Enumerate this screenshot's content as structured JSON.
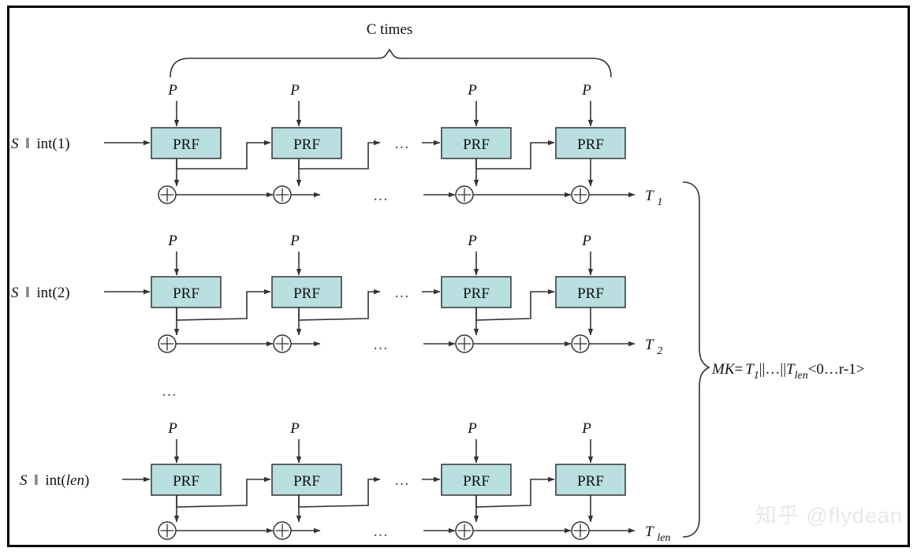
{
  "figure": {
    "title": "PBKDF2 / PRF iteration diagram",
    "border_color": "#000000",
    "background": "#ffffff",
    "prf_fill": "#b9dfe0",
    "prf_stroke": "#333333",
    "line_color": "#333333"
  },
  "annotations": {
    "c_times": "C times",
    "mk_equation": "MK= T₁||…||T_len<0…r-1>",
    "mk_parts": {
      "mk": "MK",
      "equals": "=",
      "t1": "T",
      "t1_sub": "1",
      "sep1": "||",
      "ellipsis": "…",
      "sep2": "||",
      "tlen": "T",
      "tlen_sub": "len",
      "range": "<0…r-1>"
    },
    "row_gap_ellipsis": "…"
  },
  "inputs": [
    {
      "id": "row1",
      "label_prefix": "S",
      "label_sep": "‖",
      "label_fn": "int(1)",
      "full": "S ‖ int(1)"
    },
    {
      "id": "row2",
      "label_prefix": "S",
      "label_sep": "‖",
      "label_fn": "int(2)",
      "full": "S ‖ int(2)"
    },
    {
      "id": "row3",
      "label_prefix": "S",
      "label_sep": "‖",
      "label_fn": "int(len)",
      "full": "S ‖ int(len)"
    }
  ],
  "outputs": [
    {
      "id": "row1",
      "base": "T",
      "sub": "1"
    },
    {
      "id": "row2",
      "base": "T",
      "sub": "2"
    },
    {
      "id": "row3",
      "base": "T",
      "sub": "len"
    }
  ],
  "prf": {
    "label": "PRF",
    "count_per_row": 4,
    "rows": 3
  },
  "password_label": "P",
  "xor_symbol": "⊕",
  "horizontal_ellipsis": "…",
  "watermark": "知乎 @flydean",
  "icons": {
    "prf_box": "prf-box-icon",
    "xor": "xor-circle-icon",
    "arrow": "arrow-head-icon",
    "brace_top": "curly-brace-top-icon",
    "brace_right": "curly-brace-right-icon"
  }
}
